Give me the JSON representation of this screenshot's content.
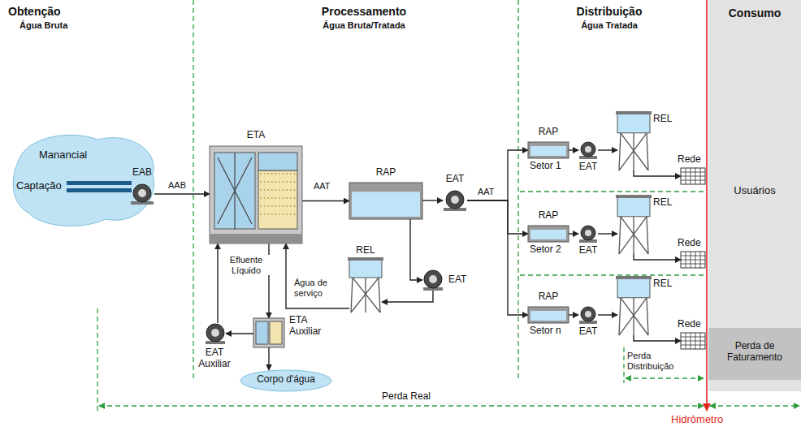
{
  "diagram": {
    "nodes": [
      {
        "text": [
          "Manancial",
          "Captação"
        ]
      },
      {
        "text": [
          "EAB"
        ],
        "in": 0
      },
      {
        "text": [
          "ETA"
        ]
      },
      {
        "text": [
          "RAP"
        ]
      },
      {
        "text": [
          "EAT"
        ]
      },
      {
        "text": [
          "REL"
        ]
      },
      {
        "text": [
          "EAT"
        ]
      },
      {
        "text": [
          "ETA Auxiliar"
        ]
      },
      {
        "text": [
          "EAT Auxiliar"
        ]
      },
      {
        "text": [
          "Corpo d'água"
        ]
      },
      {
        "text": [
          "RAP"
        ]
      },
      {
        "text": [
          "EAT"
        ]
      },
      {
        "text": [
          "REL"
        ]
      },
      {
        "text": [
          "Rede"
        ]
      },
      {
        "text": [
          "RAP"
        ]
      },
      {
        "text": [
          "EAT"
        ]
      },
      {
        "text": [
          "REL"
        ]
      },
      {
        "text": [
          "Rede"
        ]
      },
      {
        "text": [
          "RAP"
        ]
      },
      {
        "text": [
          "EAT"
        ]
      },
      {
        "text": [
          "REL"
        ]
      },
      {
        "text": [
          "Rede"
        ]
      },
      {
        "text": [
          "Consumo",
          "Usuários"
        ]
      },
      {
        "text": [
          "Perda de Faturamento"
        ],
        "in": 22
      }
    ],
    "edges": [
      {
        "from": 1,
        "to": 2,
        "label": "AAB",
        "arrow": "to"
      },
      {
        "from": 2,
        "to": 3,
        "label": "AAT",
        "arrow": "to"
      },
      {
        "from": 3,
        "to": 4,
        "arrow": "to"
      },
      {
        "from": 4,
        "to": 10,
        "label": "AAT",
        "arrow": "to"
      },
      {
        "from": 4,
        "to": 14,
        "arrow": "to"
      },
      {
        "from": 4,
        "to": 18,
        "arrow": "to"
      },
      {
        "from": 3,
        "to": 6,
        "arrow": "to"
      },
      {
        "from": 6,
        "to": 5,
        "arrow": "to"
      },
      {
        "from": 5,
        "to": 2,
        "label": "Água de serviço",
        "arrow": "to"
      },
      {
        "from": 2,
        "to": 7,
        "label": "Efluente Líquido",
        "arrow": "to"
      },
      {
        "from": 7,
        "to": 8,
        "arrow": "to"
      },
      {
        "from": 8,
        "to": 2,
        "arrow": "to"
      },
      {
        "from": 7,
        "to": 9,
        "arrow": "to"
      },
      {
        "from": 10,
        "to": 11,
        "arrow": "to"
      },
      {
        "from": 11,
        "to": 12,
        "arrow": "to"
      },
      {
        "from": 12,
        "to": 13,
        "arrow": "to"
      },
      {
        "from": 14,
        "to": 15,
        "arrow": "to"
      },
      {
        "from": 15,
        "to": 16,
        "arrow": "to"
      },
      {
        "from": 16,
        "to": 17,
        "arrow": "to"
      },
      {
        "from": 18,
        "to": 19,
        "arrow": "to"
      },
      {
        "from": 19,
        "to": 20,
        "arrow": "to"
      },
      {
        "from": 20,
        "to": 21,
        "arrow": "to"
      }
    ],
    "labels": [
      "Obtenção",
      "Água Bruta",
      "Processamento",
      "Água Bruta/Tratada",
      "Distribuição",
      "Água Tratada",
      "Setor 1",
      "Setor 2",
      "Setor n",
      "Perda Distribuição",
      "Perda Real",
      "Hidrômetro"
    ]
  }
}
